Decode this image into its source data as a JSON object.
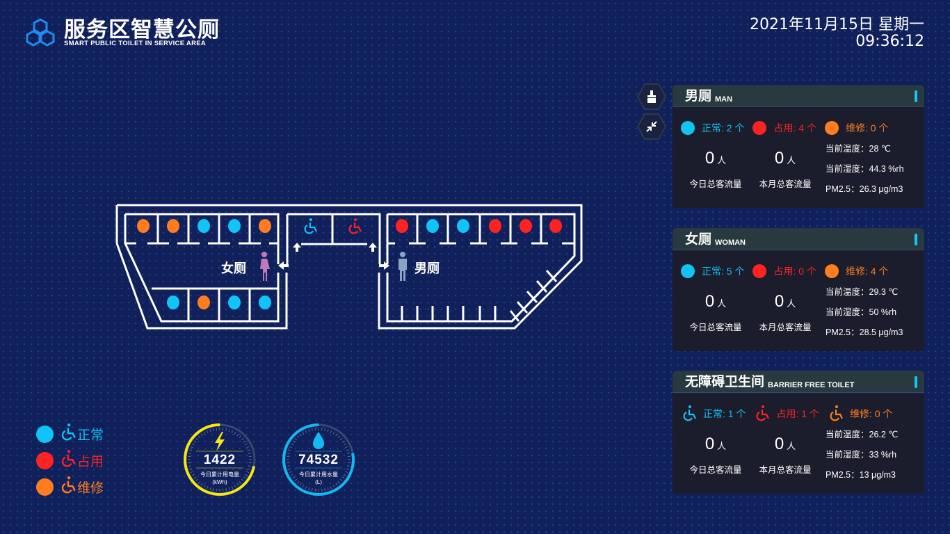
{
  "header": {
    "title": "服务区智慧公厕",
    "subtitle": "SMART PUBLIC TOILET IN SERVICE AREA",
    "date": "2021年11月15日 星期一",
    "time": "09:36:12"
  },
  "colors": {
    "normal": "#10c4f7",
    "occupied": "#ff2222",
    "repair": "#ff7d1f",
    "wall": "#ffffff",
    "female": "#c07ab8",
    "male": "#8aa4c4"
  },
  "map": {
    "female_label": "女厕",
    "male_label": "男厕",
    "female_top": [
      "repair",
      "repair",
      "normal",
      "normal",
      "repair"
    ],
    "female_bottom": [
      "normal",
      "repair",
      "normal",
      "normal"
    ],
    "accessible": [
      "normal",
      "occupied"
    ],
    "male_top": [
      "occupied",
      "normal",
      "normal",
      "occupied",
      "occupied",
      "occupied"
    ]
  },
  "tools": [
    {
      "icon": "broom-icon"
    },
    {
      "icon": "collapse-icon"
    }
  ],
  "panels": [
    {
      "title": "男厕",
      "en": "MAN",
      "type": "dot",
      "normal": "正常: 2 个",
      "occupied": "占用: 4 个",
      "repair": "维修: 0 个",
      "today": "0",
      "month": "0",
      "unit": "人",
      "today_label": "今日总客流量",
      "month_label": "本月总客流量",
      "temp": "当前温度：28 ℃",
      "humidity": "当前湿度：44.3 %rh",
      "pm": "PM2.5：26.3 μg/m3"
    },
    {
      "title": "女厕",
      "en": "WOMAN",
      "type": "dot",
      "normal": "正常: 5 个",
      "occupied": "占用: 0 个",
      "repair": "维修: 4 个",
      "today": "0",
      "month": "0",
      "unit": "人",
      "today_label": "今日总客流量",
      "month_label": "本月总客流量",
      "temp": "当前温度：29.3 ℃",
      "humidity": "当前湿度：50 %rh",
      "pm": "PM2.5：28.5 μg/m3"
    },
    {
      "title": "无障碍卫生间",
      "en": "BARRIER FREE TOILET",
      "type": "wheelchair",
      "normal": "正常: 1 个",
      "occupied": "占用: 1 个",
      "repair": "维修: 0 个",
      "today": "0",
      "month": "0",
      "unit": "人",
      "today_label": "今日总客流量",
      "month_label": "本月总客流量",
      "temp": "当前温度：26.2 ℃",
      "humidity": "当前湿度：33 %rh",
      "pm": "PM2.5：13 μg/m3"
    }
  ],
  "legend": {
    "normal": "正常",
    "occupied": "占用",
    "repair": "维修"
  },
  "gauges": [
    {
      "value": "1422",
      "label": "今日累计用电量",
      "unit": "(kWh)",
      "fraction": 0.72,
      "color": "#f5e614",
      "icon": "lightning-icon"
    },
    {
      "value": "74532",
      "label": "今日累计用水量",
      "unit": "(L)",
      "fraction": 0.78,
      "color": "#14b8f0",
      "icon": "water-drop-icon"
    }
  ]
}
